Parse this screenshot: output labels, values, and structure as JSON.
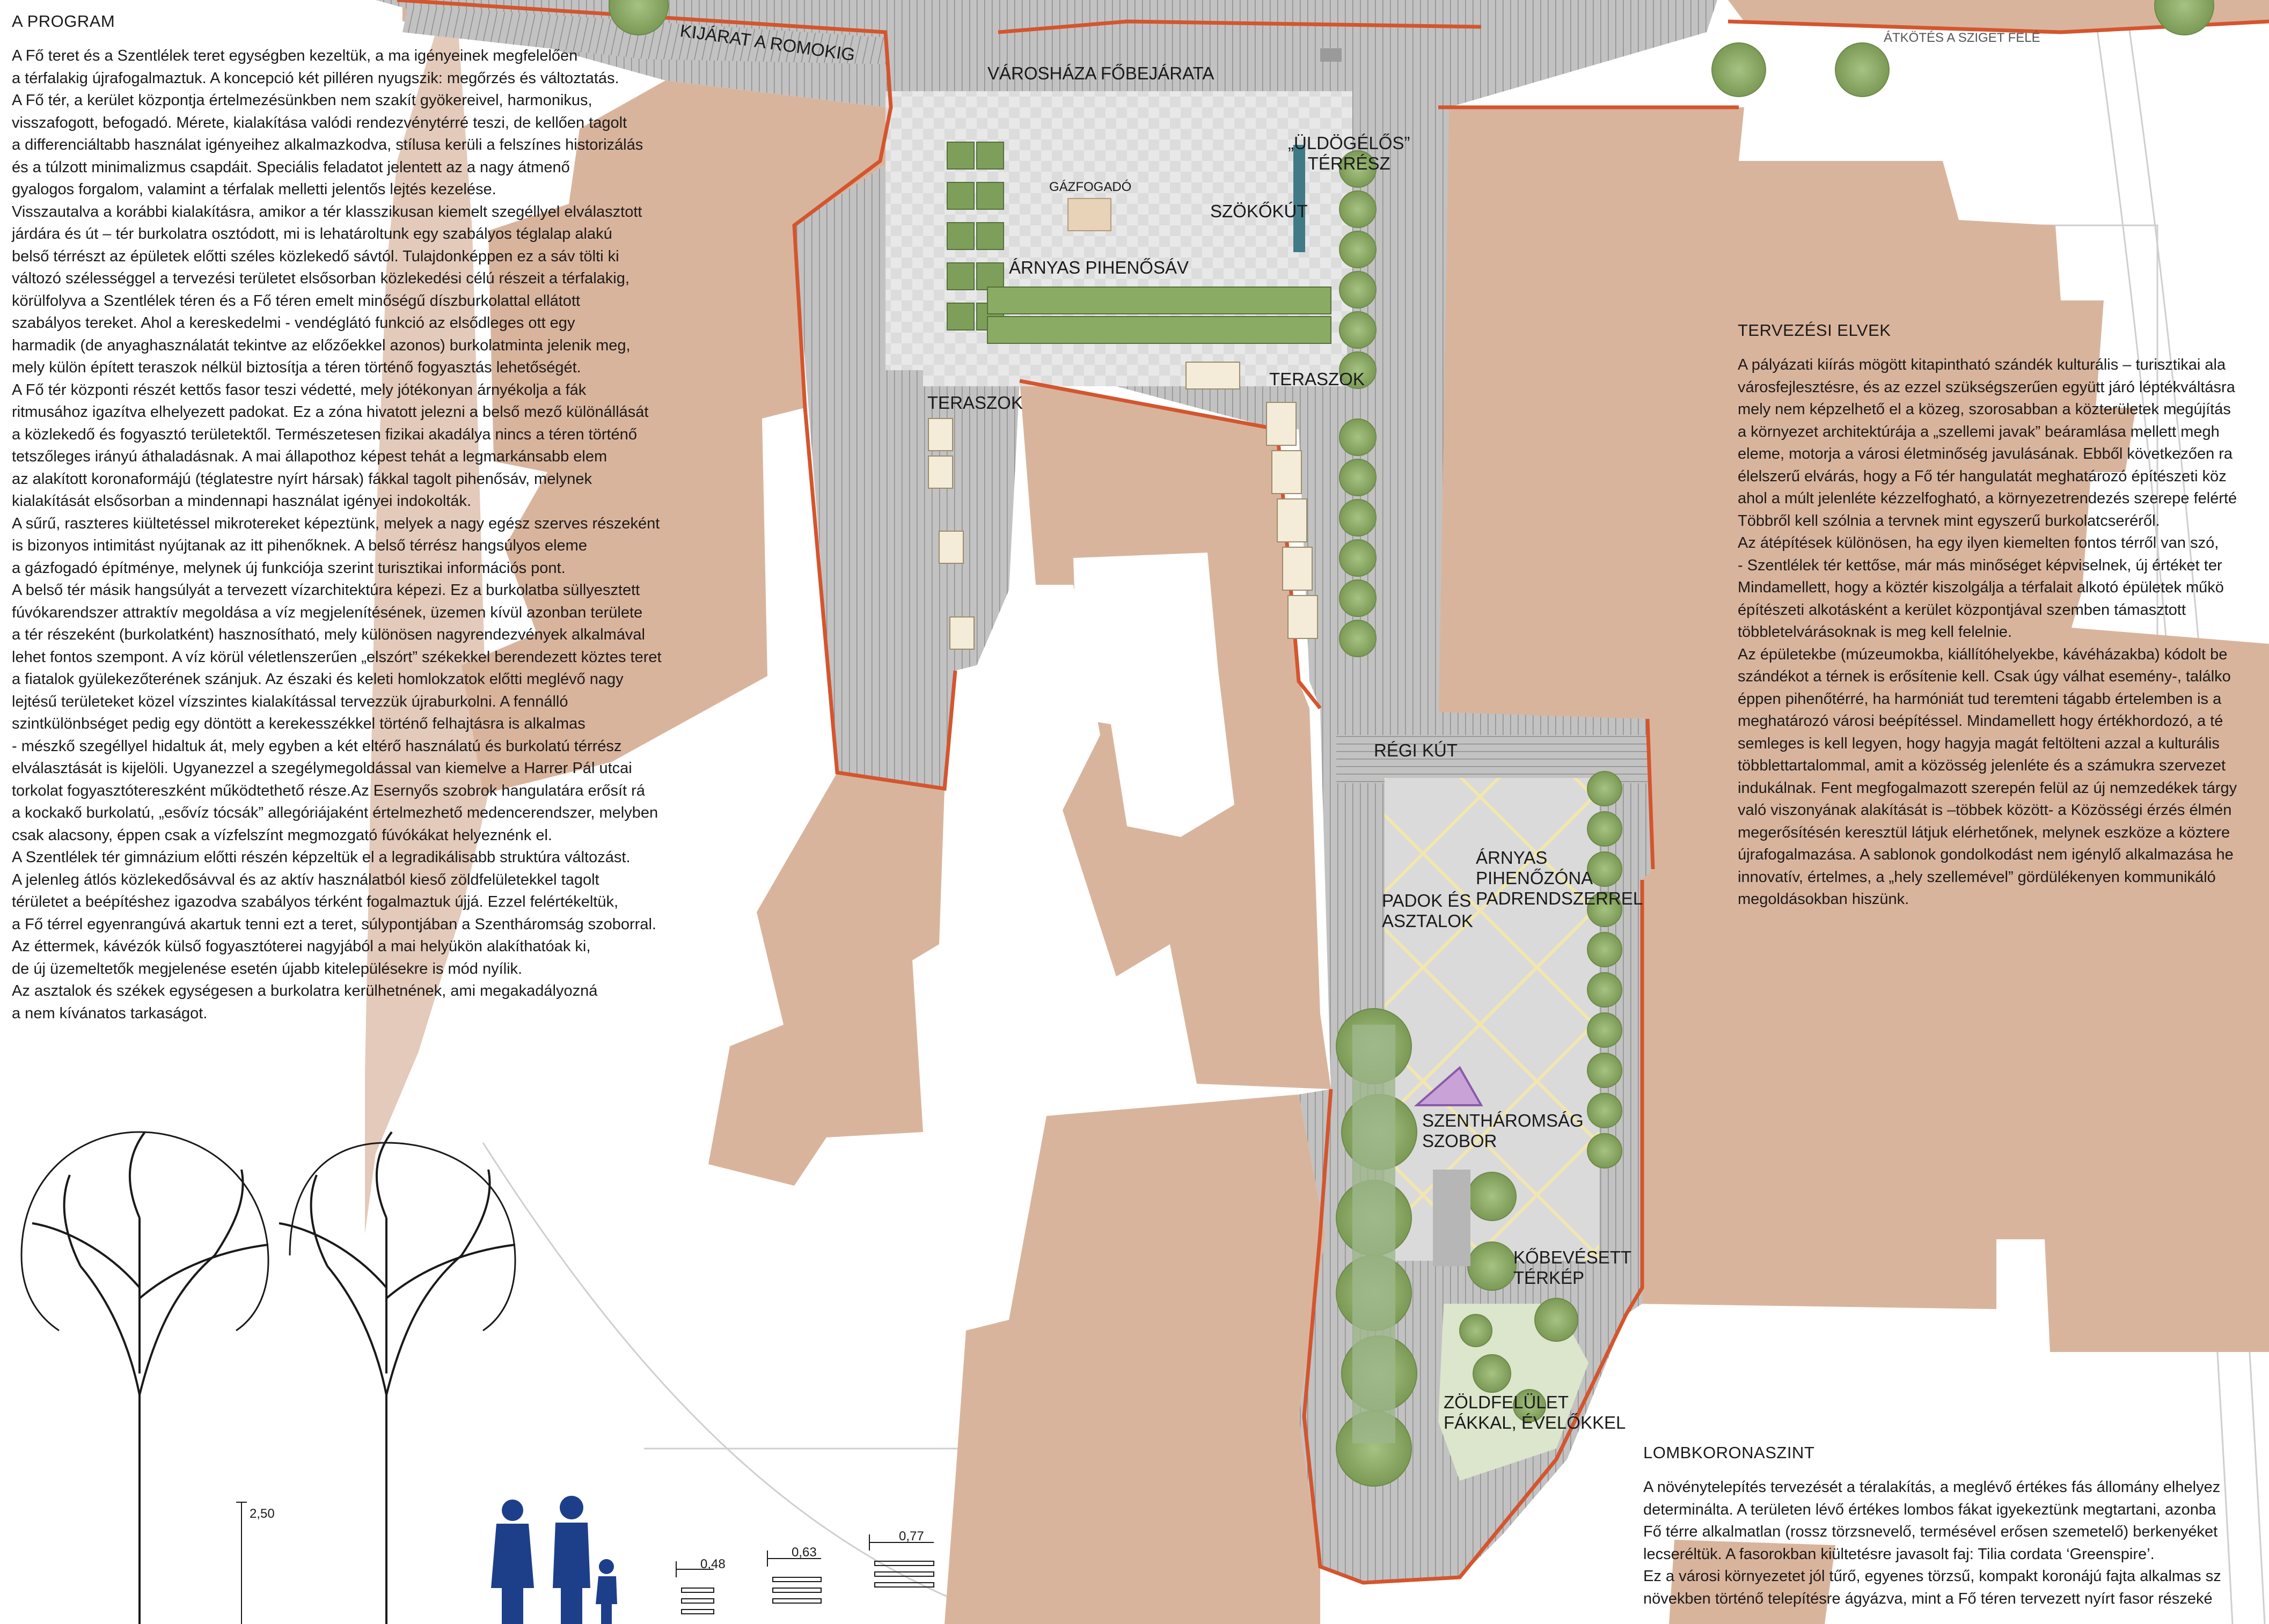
{
  "program": {
    "title": "A PROGRAM",
    "body": "A Fő teret és a Szentlélek teret egységben kezeltük, a ma igényeinek megfelelően\na térfalakig újrafogalmaztuk. A koncepció két pilléren nyugszik: megőrzés és változtatás.\nA Fő tér, a kerület központja értelmezésünkben nem szakít gyökereivel, harmonikus,\nvisszafogott, befogadó. Mérete, kialakítása valódi rendezvénytérré teszi, de kellően tagolt\na differenciáltabb használat igényeihez alkalmazkodva, stílusa kerüli a felszínes historizálás\nés a túlzott minimalizmus csapdáit. Speciális feladatot jelentett az a nagy átmenő\ngyalogos forgalom, valamint a térfalak melletti jelentős lejtés kezelése.\nVisszautalva a korábbi kialakításra, amikor a tér klasszikusan kiemelt szegéllyel elválasztott\njárdára és út – tér burkolatra osztódott, mi is lehatároltunk egy szabályos téglalap alakú\nbelső térrészt az épületek előtti széles közlekedő sávtól. Tulajdonképpen ez a sáv tölti ki\nváltozó szélességgel a tervezési területet elsősorban közlekedési célú részeit a térfalakig,\nkörülfolyva a Szentlélek téren és a Fő téren emelt minőségű díszburkolattal ellátott\nszabályos tereket. Ahol a kereskedelmi - vendéglátó funkció az elsődleges ott egy\nharmadik (de anyaghasználatát tekintve az előzőekkel azonos) burkolatminta jelenik meg,\nmely külön épített teraszok nélkül biztosítja a téren történő fogyasztás lehetőségét.\nA Fő tér  központi részét kettős fasor teszi védetté, mely jótékonyan árnyékolja a fák\nritmusához igazítva elhelyezett padokat. Ez a zóna hivatott jelezni a belső mező különállását\na közlekedő és fogyasztó területektől. Természetesen fizikai akadálya nincs a téren történő\ntetszőleges irányú áthaladásnak. A mai állapothoz képest tehát a legmarkánsabb elem\naz alakított koronaformájú (téglatestre nyírt hársak) fákkal tagolt pihenősáv, melynek\nkialakítását elsősorban a mindennapi használat igényei indokolták.\nA sűrű, raszteres kiültetéssel mikrotereket képeztünk, melyek a nagy egész szerves részeként\nis bizonyos intimitást nyújtanak az itt pihenőknek. A belső térrész hangsúlyos eleme\na gázfogadó építménye, melynek új funkciója szerint turisztikai információs pont.\nA belső tér másik hangsúlyát a tervezett vízarchitektúra képezi. Ez a burkolatba süllyesztett\nfúvókarendszer attraktív megoldása a víz megjelenítésének, üzemen kívül azonban területe\na tér részeként (burkolatként) hasznosítható, mely különösen nagyrendezvények alkalmával\nlehet fontos szempont. A víz körül véletlenszerűen „elszórt” székekkel berendezett köztes teret\na fiatalok gyülekezőterének szánjuk. Az északi és keleti homlokzatok előtti meglévő nagy\nlejtésű területeket  közel vízszintes kialakítással tervezzük újraburkolni. A fennálló\nszintkülönbséget pedig egy döntött a kerekesszékkel történő felhajtásra is alkalmas\n- mészkő szegéllyel hidaltuk át, mely egyben a két eltérő használatú és burkolatú térrész\nelválasztását is kijelöli. Ugyanezzel a szegélymegoldással van kiemelve a Harrer Pál utcai\ntorkolat fogyasztótereszként működtethető része.Az Esernyős szobrok hangulatára erősít rá\na kockakő burkolatú, „esővíz tócsák” allegóriájaként értelmezhető medencerendszer, melyben\ncsak alacsony, éppen csak a vízfelszínt megmozgató fúvókákat helyeznénk el.\nA Szentlélek tér gimnázium előtti részén képzeltük el a legradikálisabb struktúra változást.\nA jelenleg átlós közlekedősávval és az aktív használatból kieső zöldfelületekkel tagolt\ntérületet a beépítéshez igazodva szabályos térként fogalmaztuk újjá. Ezzel felértékeltük,\na Fő térrel egyenrangúvá akartuk tenni ezt a teret, súlypontjában a Szentháromság szoborral.\nAz éttermek, kávézók külső fogyasztóterei nagyjából a mai helyükön alakíthatóak ki,\nde új üzemeltetők megjelenése esetén újabb kitelepülésekre is mód nyílik.\nAz asztalok és székek egységesen a burkolatra kerülhetnének, ami megakadályozná\na nem kívánatos tarkaságot."
  },
  "elvek": {
    "title": "TERVEZÉSI ELVEK",
    "body": "A pályázati kiírás mögött kitapintható szándék kulturális – turisztikai ala\nvárosfejlesztésre, és az ezzel szükségszerűen együtt járó léptékváltásra\nmely nem képzelhető el a közeg, szorosabban a közterületek megújítás\na környezet architektúrája a „szellemi javak” beáramlása mellett megh\neleme, motorja a városi életminőség javulásának. Ebből következően ra\nélelszerű elvárás, hogy a Fő tér hangulatát meghatározó építészeti köz\nahol a múlt jelenléte kézzelfogható, a környezetrendezés szerepe felérté\nTöbbről kell szólnia a tervnek mint egyszerű burkolatcseréről.\nAz átépítések különösen, ha egy ilyen kiemelten fontos térről van szó,\n- Szentlélek tér kettőse, már más minőséget képviselnek, új értéket ter\nMindamellett, hogy a köztér kiszolgálja a térfalait alkotó épületek műkö\népítészeti alkotásként a kerület központjával szemben támasztott\ntöbbletelvárásoknak is meg kell felelnie.\nAz épületekbe (múzeumokba, kiállítóhelyekbe, kávéházakba) kódolt be\nszándékot a térnek is erősítenie kell. Csak úgy válhat esemény-, találko\néppen pihenőtérré, ha harmóniát tud teremteni tágabb értelemben is a\nmeghatározó városi beépítéssel. Mindamellett hogy értékhordozó, a té\nsemleges is kell legyen, hogy hagyja magát feltölteni azzal a kulturális \ntöbblettartalommal, amit a közösség jelenléte és a számukra szervezet\nindukálnak. Fent megfogalmazott szerepén felül az új nemzedékek tárgy\nvaló viszonyának alakítását is –többek között- a Közösségi érzés élmén\nmegerősítésén keresztül látjuk elérhetőnek, melynek eszköze a köztere\nújrafogalmazása. A sablonok gondolkodást nem igénylő alkalmazása he\ninnovatív, értelmes, a „hely szellemével” gördülékenyen kommunikáló\nmegoldásokban hiszünk."
  },
  "lomb": {
    "title": "LOMBKORONASZINT",
    "body": "A növénytelepítés tervezését a téralakítás, a meglévő értékes fás állomány elhelyez\ndeterminálta. A területen lévő értékes lombos fákat igyekeztünk megtartani, azonba\nFő térre alkalmatlan (rossz törzsnevelő, termésével erősen szemetelő) berkenyéket\nlecseréltük. A fasorokban kiültetésre javasolt faj: Tilia cordata ‘Greenspire’.\nEz a városi környezetet jól tűrő, egyenes törzsű, kompakt koronájú fajta alkalmas sz\nnövekben történő telepítésre ágyázva, mint a Fő téren tervezett nyírt fasor részeké"
  },
  "plan_labels": {
    "kijarat": "KIJÁRAT A ROMOKIG",
    "atkotes": "ÁTKÖTÉS A SZIGET FELÉ",
    "varoshaza": "VÁROSHÁZA FŐBEJÁRATA",
    "uldogelos": "„ÜLDÖGÉLŐS”\nTÉRRÉSZ",
    "gazfogado": "GÁZFOGADÓ",
    "szokokut": "SZÖKŐKÚT",
    "arnyas_pihenosav": "ÁRNYAS PIHENŐSÁV",
    "teraszok_left": "TERASZOK",
    "teraszok_right": "TERASZOK",
    "regi_kut": "RÉGI KÚT",
    "arnyas_pihenozona": "ÁRNYAS\nPIHENŐZÓNA\nPADRENDSZERREL",
    "padok": "PADOK ÉS\nASZTALOK",
    "szobor": "SZENTHÁROMSÁG\nSZOBOR",
    "terkep": "KŐBEVÉSETT\nTÉRKÉP",
    "zoldfelulet": "ZÖLDFELÜLET\nFÁKKAL, ÉVELŐKKEL"
  },
  "dims": {
    "height": "2,50",
    "d1": "0,48",
    "d2": "0,63",
    "d3": "0,77"
  },
  "colors": {
    "building": "#d9b49c",
    "outline": "#d4552e",
    "paving": "#b7b7b7",
    "tree": "#8fae6a",
    "figure": "#1d3f8a"
  }
}
